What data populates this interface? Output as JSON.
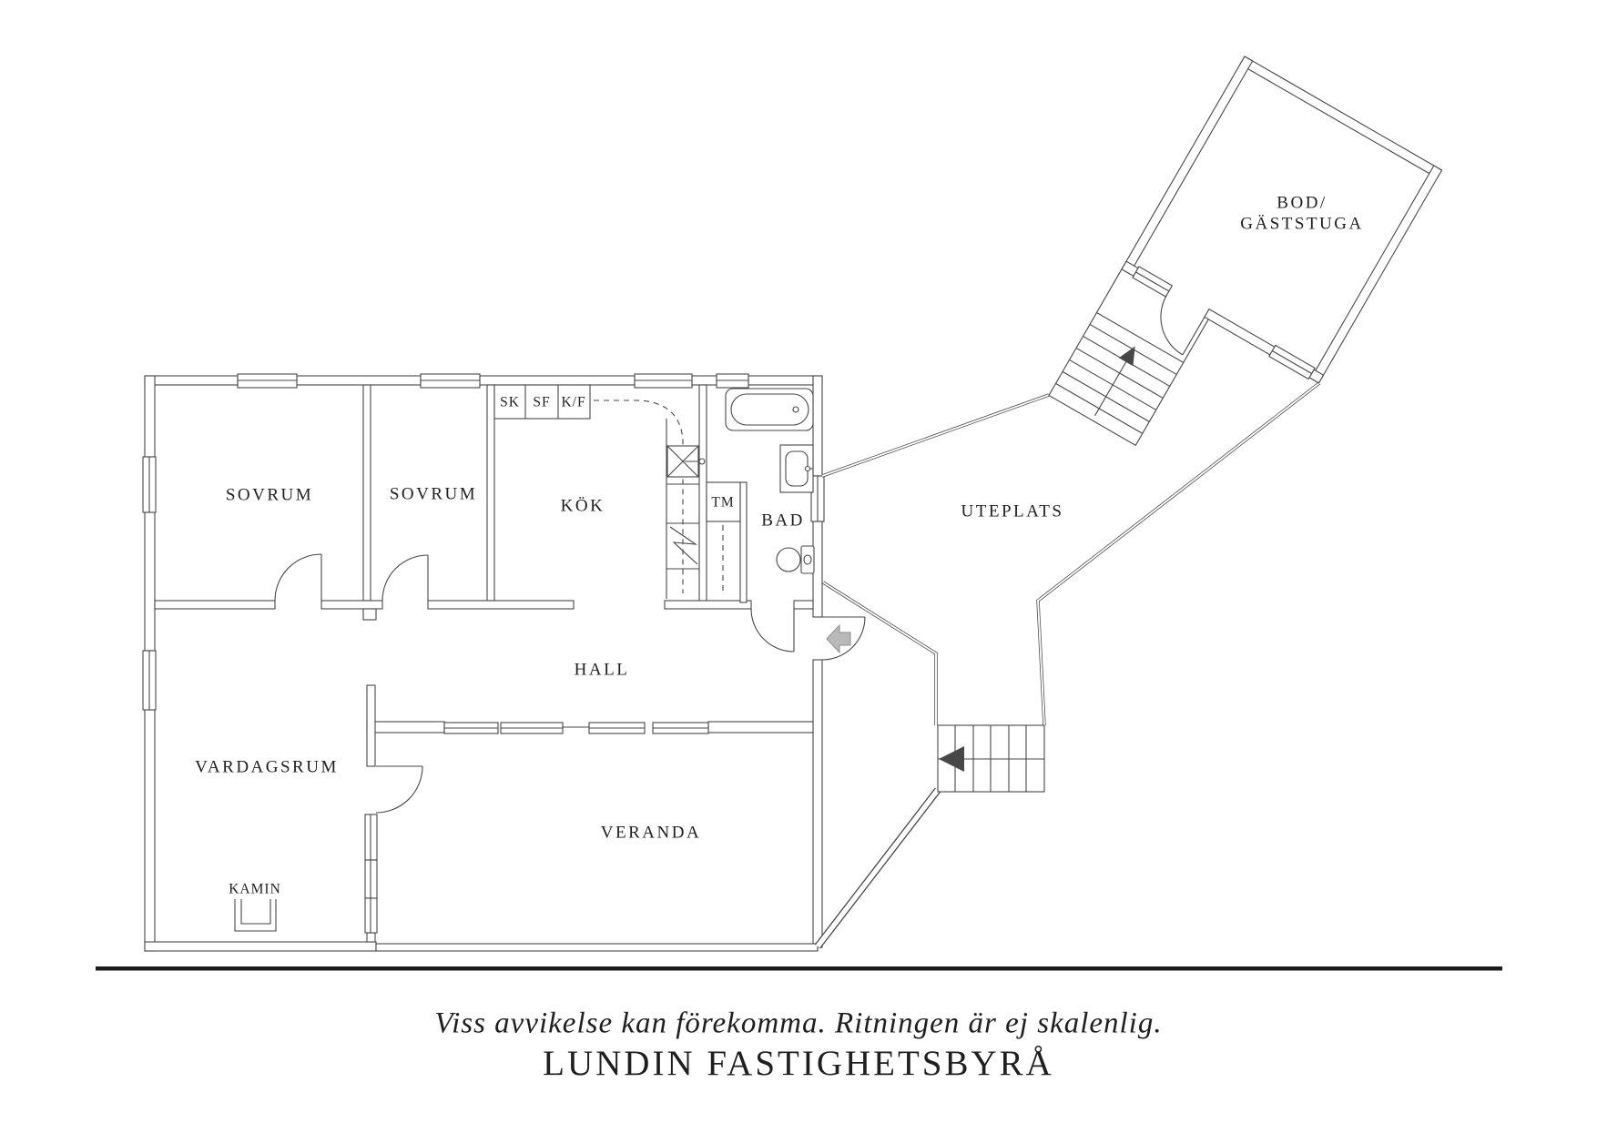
{
  "rooms": {
    "sovrum1": "SOVRUM",
    "sovrum2": "SOVRUM",
    "kok": "KÖK",
    "tm": "TM",
    "bad": "BAD",
    "hall": "HALL",
    "uteplats": "UTEPLATS",
    "vardagsrum": "VARDAGSRUM",
    "veranda": "VERANDA",
    "kamin": "KAMIN",
    "bod_line1": "BOD/",
    "bod_line2": "GÄSTSTUGA"
  },
  "kitchen_units": {
    "sk": "SK",
    "sf": "SF",
    "kf": "K/F"
  },
  "footer": {
    "disclaimer": "Viss avvikelse kan förekomma. Ritningen är ej skalenlig.",
    "brand": "LUNDIN FASTIGHETSBYRÅ"
  },
  "colors": {
    "line": "#474747",
    "text": "#1f1f1f",
    "arrow": "#b9b9b9",
    "baseline": "#1c1c1c"
  }
}
